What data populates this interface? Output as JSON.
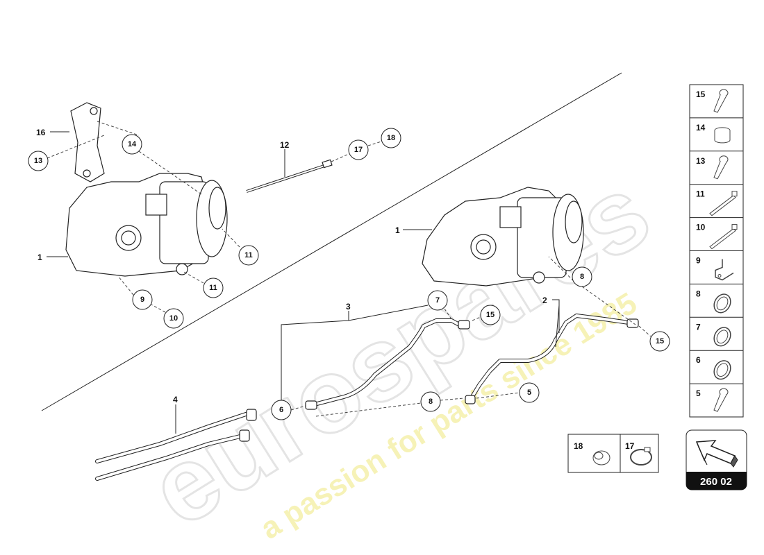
{
  "diagram_code": "260 02",
  "watermark": {
    "brand": "eurospares",
    "tagline": "a passion for parts since 1985"
  },
  "labels": {
    "plain": [
      "16",
      "12",
      "1",
      "1",
      "3",
      "2",
      "4"
    ],
    "circled": [
      "13",
      "14",
      "17",
      "18",
      "11",
      "11",
      "9",
      "10",
      "7",
      "15",
      "8",
      "15",
      "6",
      "8",
      "5"
    ]
  },
  "legend": {
    "items": [
      {
        "num": "15",
        "icon": "bolt-icon"
      },
      {
        "num": "14",
        "icon": "sleeve-icon"
      },
      {
        "num": "13",
        "icon": "bolt-icon"
      },
      {
        "num": "11",
        "icon": "long-bolt-icon"
      },
      {
        "num": "10",
        "icon": "long-bolt-icon"
      },
      {
        "num": "9",
        "icon": "bracket-icon"
      },
      {
        "num": "8",
        "icon": "seal-ring-icon"
      },
      {
        "num": "7",
        "icon": "seal-ring-icon"
      },
      {
        "num": "6",
        "icon": "seal-ring-icon"
      },
      {
        "num": "5",
        "icon": "bolt-icon"
      }
    ],
    "bottom": [
      {
        "num": "18",
        "icon": "grommet-icon"
      },
      {
        "num": "17",
        "icon": "hose-clamp-icon"
      }
    ]
  }
}
